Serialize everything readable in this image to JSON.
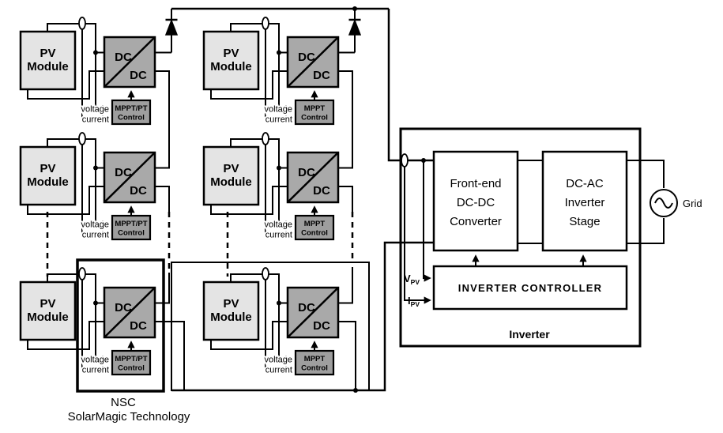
{
  "units": [
    {
      "pv_line1": "PV",
      "pv_line2": "Module",
      "dc_top": "DC",
      "dc_bottom": "DC",
      "mppt_line1": "MPPT/PT",
      "mppt_line2": "Control",
      "voltage_label": "voltage",
      "current_label": "current"
    },
    {
      "pv_line1": "PV",
      "pv_line2": "Module",
      "dc_top": "DC",
      "dc_bottom": "DC",
      "mppt_line1": "MPPT",
      "mppt_line2": "Control",
      "voltage_label": "voltage",
      "current_label": "current"
    },
    {
      "pv_line1": "PV",
      "pv_line2": "Module",
      "dc_top": "DC",
      "dc_bottom": "DC",
      "mppt_line1": "MPPT/PT",
      "mppt_line2": "Control",
      "voltage_label": "voltage",
      "current_label": "current"
    },
    {
      "pv_line1": "PV",
      "pv_line2": "Module",
      "dc_top": "DC",
      "dc_bottom": "DC",
      "mppt_line1": "MPPT",
      "mppt_line2": "Control",
      "voltage_label": "voltage",
      "current_label": "current"
    },
    {
      "pv_line1": "PV",
      "pv_line2": "Module",
      "dc_top": "DC",
      "dc_bottom": "DC",
      "mppt_line1": "MPPT/PT",
      "mppt_line2": "Control",
      "voltage_label": "voltage",
      "current_label": "current"
    },
    {
      "pv_line1": "PV",
      "pv_line2": "Module",
      "dc_top": "DC",
      "dc_bottom": "DC",
      "mppt_line1": "MPPT",
      "mppt_line2": "Control",
      "voltage_label": "voltage",
      "current_label": "current"
    }
  ],
  "string_caption": {
    "line1": "NSC",
    "line2": "SolarMagic Technology"
  },
  "inverter": {
    "front_end_line1": "Front-end",
    "front_end_line2": "DC-DC",
    "front_end_line3": "Converter",
    "dc_ac_line1": "DC-AC",
    "dc_ac_line2": "Inverter",
    "dc_ac_line3": "Stage",
    "controller_label": "INVERTER CONTROLLER",
    "box_label": "Inverter",
    "v_sense_main": "V",
    "v_sense_sub": "PV",
    "i_sense_main": "I",
    "i_sense_sub": "PV",
    "grid_label": "Grid"
  },
  "colors": {
    "pv_fill": "#e4e4e4",
    "converter_fill": "#a9a9a9",
    "mppt_fill": "#9e9e9e",
    "line": "#000000",
    "background": "#ffffff"
  }
}
